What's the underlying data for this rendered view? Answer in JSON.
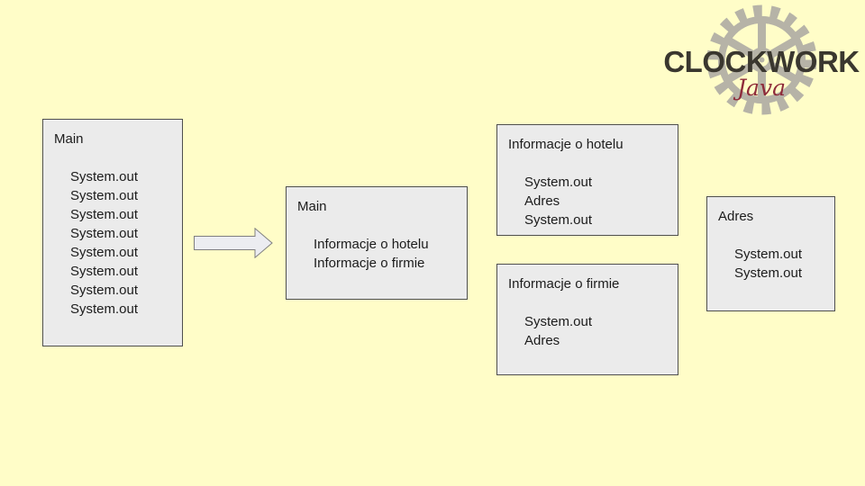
{
  "slide": {
    "background_color": "#FFFDC8"
  },
  "logo": {
    "wordmark": "CLOCKWORK",
    "subtitle": "Java",
    "colors": {
      "gear": "#B6B3A7",
      "wordmark": "#3A372F",
      "subtitle": "#8E2B3A"
    }
  },
  "boxes": {
    "main_full": {
      "title": "Main",
      "items": [
        "System.out",
        "System.out",
        "System.out",
        "System.out",
        "System.out",
        "System.out",
        "System.out",
        "System.out"
      ]
    },
    "main_refactored": {
      "title": "Main",
      "items": [
        "Informacje o hotelu",
        "Informacje o firmie"
      ]
    },
    "hotel_info": {
      "title": "Informacje o hotelu",
      "items": [
        "System.out",
        "Adres",
        "System.out"
      ]
    },
    "company_info": {
      "title": "Informacje o firmie",
      "items": [
        "System.out",
        "Adres"
      ]
    },
    "address": {
      "title": "Adres",
      "items": [
        "System.out",
        "System.out"
      ]
    }
  },
  "colors": {
    "box_fill": "#EBEBEB",
    "box_border": "#4F4F4F",
    "arrow_fill": "#ECEDF1",
    "arrow_border": "#7F7F7F",
    "text": "#1C1C1C"
  }
}
